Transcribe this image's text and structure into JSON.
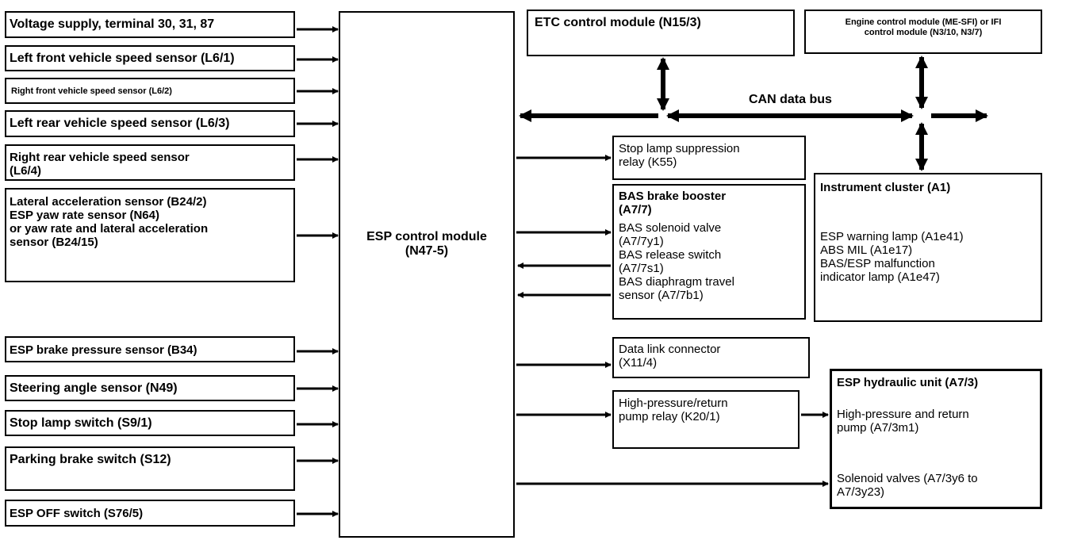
{
  "inputs": [
    {
      "id": "voltage",
      "label": "Voltage supply, terminal 30, 31, 87"
    },
    {
      "id": "lf-speed",
      "label": "Left front vehicle speed sensor (L6/1)"
    },
    {
      "id": "rf-speed",
      "label": "Right front vehicle speed sensor (L6/2)"
    },
    {
      "id": "lr-speed",
      "label": "Left rear vehicle speed sensor (L6/3)"
    },
    {
      "id": "rr-speed",
      "label": "Right rear vehicle speed sensor\n(L6/4)"
    },
    {
      "id": "lateral",
      "label": "Lateral acceleration sensor (B24/2)\nESP yaw rate sensor (N64)\nor yaw rate and lateral acceleration\nsensor (B24/15)"
    },
    {
      "id": "brake-pressure",
      "label": "ESP brake pressure sensor (B34)"
    },
    {
      "id": "steering",
      "label": "Steering angle sensor (N49)"
    },
    {
      "id": "stop-lamp-switch",
      "label": "Stop lamp switch (S9/1)"
    },
    {
      "id": "parking-brake",
      "label": "Parking brake switch (S12)"
    },
    {
      "id": "esp-off",
      "label": "ESP OFF switch (S76/5)"
    }
  ],
  "center": {
    "label": "ESP control module\n(N47-5)"
  },
  "etc": {
    "label": "ETC control module (N15/3)"
  },
  "engine": {
    "label": "Engine control module (ME-SFI) or IFI\ncontrol module (N3/10, N3/7)"
  },
  "can_bus": {
    "label": "CAN data bus"
  },
  "stop_relay": {
    "label": "Stop lamp suppression\nrelay (K55)"
  },
  "bas": {
    "title": "BAS brake booster\n(A7/7)",
    "body": "BAS solenoid valve\n(A7/7y1)\nBAS release switch\n(A7/7s1)\nBAS diaphragm travel\nsensor (A7/7b1)"
  },
  "instrument": {
    "title": "Instrument cluster (A1)",
    "body": "ESP warning lamp (A1e41)\nABS MIL (A1e17)\nBAS/ESP malfunction\nindicator lamp (A1e47)"
  },
  "dlc": {
    "label": "Data link connector\n(X11/4)"
  },
  "pump_relay": {
    "label": "High-pressure/return\npump relay (K20/1)"
  },
  "hydraulic": {
    "title": "ESP hydraulic unit (A7/3)",
    "pump": "High-pressure and return\npump (A7/3m1)",
    "valves": "Solenoid valves (A7/3y6 to\nA7/3y23)"
  }
}
